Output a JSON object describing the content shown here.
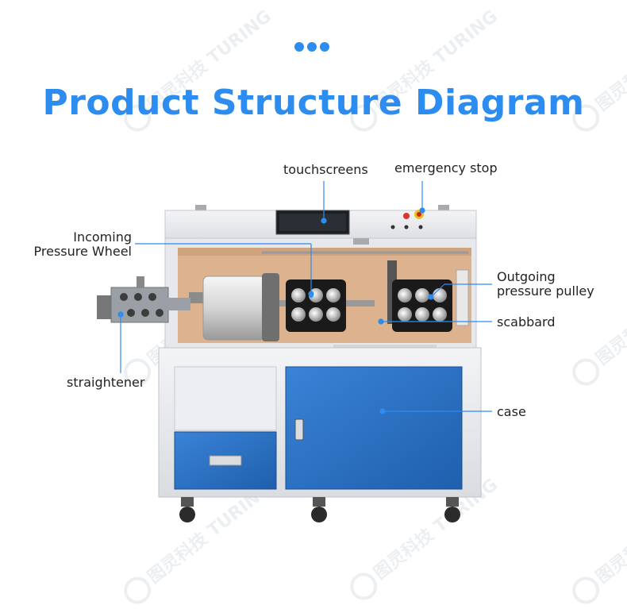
{
  "header": {
    "title": "Product Structure Diagram"
  },
  "watermark": {
    "brand": "图灵科技 TURING"
  },
  "labels": {
    "touchscreens": "touchscreens",
    "emergency_stop": "emergency stop",
    "incoming_line1": "Incoming",
    "incoming_line2": "Pressure Wheel",
    "outgoing_line1": "Outgoing",
    "outgoing_line2": "pressure pulley",
    "scabbard": "scabbard",
    "straightener": "straightener",
    "case": "case"
  },
  "colors": {
    "accent": "#2d8cf0",
    "panel_wood": "#dcb38e",
    "cabinet_blue": "#2a6fbf",
    "machine_frame": "#e9ebee"
  }
}
